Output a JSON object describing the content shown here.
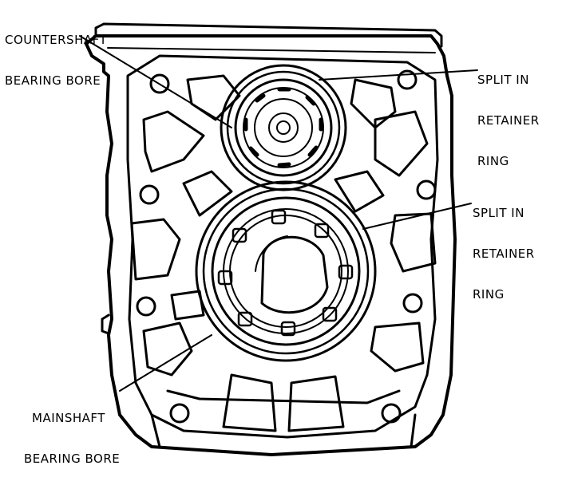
{
  "labels": {
    "countershaft_bore": [
      "COUNTERSHAFT",
      "BEARING BORE"
    ],
    "split_upper": [
      "SPLIT IN",
      "RETAINER",
      "RING"
    ],
    "split_lower": [
      "SPLIT IN",
      "RETAINER",
      "RING"
    ],
    "mainshaft_bore": [
      "MAINSHAFT",
      "BEARING BORE"
    ]
  },
  "colors": {
    "ink": "#000000",
    "paper": "#ffffff"
  }
}
